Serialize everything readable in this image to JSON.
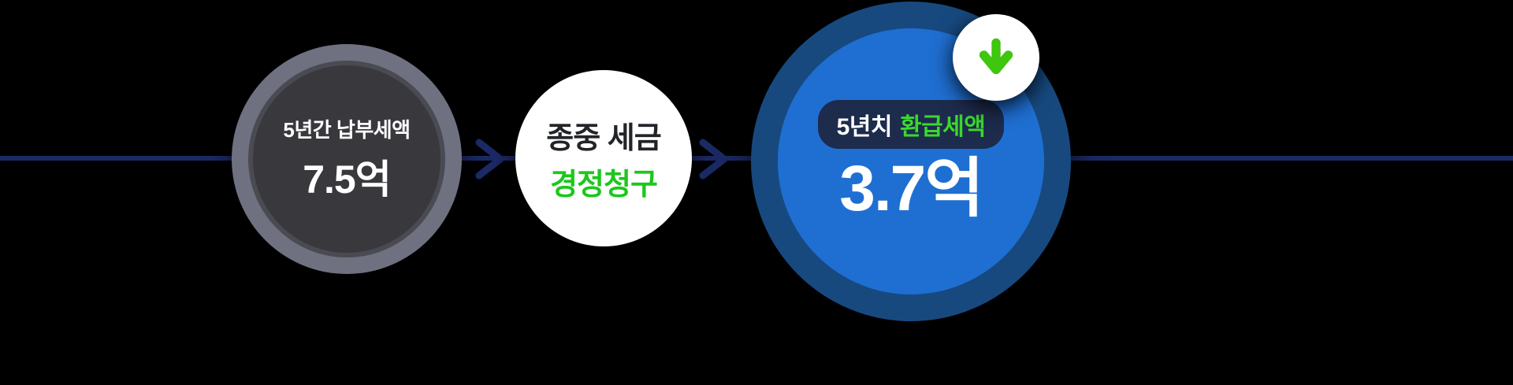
{
  "colors": {
    "background": "#000000",
    "flow_line": "#1b2a66",
    "step1_ring": "#6f7180",
    "step1_fill": "#38383d",
    "step2_fill": "#ffffff",
    "step2_green": "#1dc71d",
    "step3_ring": "#17497f",
    "step3_fill": "#1f6fd2",
    "step3_badge_bg": "#1d2b4d",
    "highlight_green": "#3cd82e",
    "arrow_green": "#3fc60e"
  },
  "flow": {
    "steps": [
      {
        "label": "5년간 납부세액",
        "value": "7.5억"
      },
      {
        "line1": "종중 세금",
        "line2": "경정청구"
      },
      {
        "badge_prefix": "5년치",
        "badge_highlight": "환급세액",
        "value": "3.7억"
      }
    ]
  }
}
